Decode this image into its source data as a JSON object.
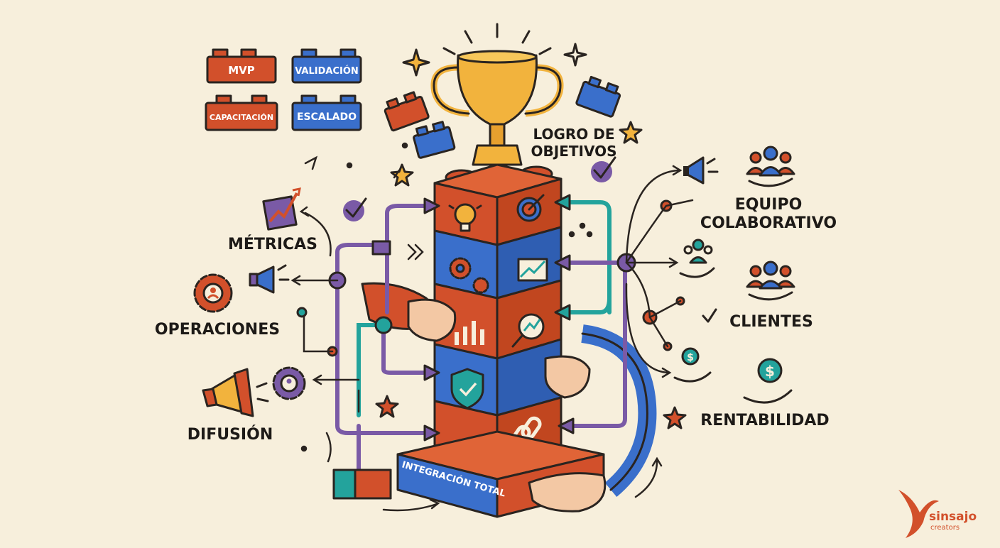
{
  "bricks": {
    "mvp": "MVP",
    "validacion": "VALIDACIÓN",
    "capacitacion": "CAPACITACIÓN",
    "escalado": "ESCALADO"
  },
  "labels": {
    "logro_line1": "LOGRO DE",
    "logro_line2": "OBJETIVOS",
    "metricas": "MÉTRICAS",
    "operaciones": "OPERACIONES",
    "difusion": "DIFUSIÓN",
    "equipo_line1": "EQUIPO",
    "equipo_line2": "COLABORATIVO",
    "clientes": "CLIENTES",
    "rentabilidad": "RENTABILIDAD",
    "base": "INTEGRACIÓN TOTAL"
  },
  "logo": {
    "name": "sinsajo",
    "sub": "creators"
  },
  "colors": {
    "red": "#d2502b",
    "blue": "#3a6fcb",
    "teal": "#23a39c",
    "purple": "#7a5aa6",
    "gold": "#f2b33d",
    "ink": "#2a2420",
    "background": "#f7efdc"
  },
  "icons": [
    "trophy-icon",
    "lightbulb-icon",
    "target-icon",
    "gears-icon",
    "chart-up-icon",
    "bar-chart-icon",
    "magnifier-chart-icon",
    "shield-check-icon",
    "chain-link-icon",
    "megaphone-icon",
    "people-group-icon",
    "hand-dollar-icon",
    "gear-person-icon",
    "checkmark-icon",
    "star-icon",
    "sinsajo-bird-icon"
  ]
}
